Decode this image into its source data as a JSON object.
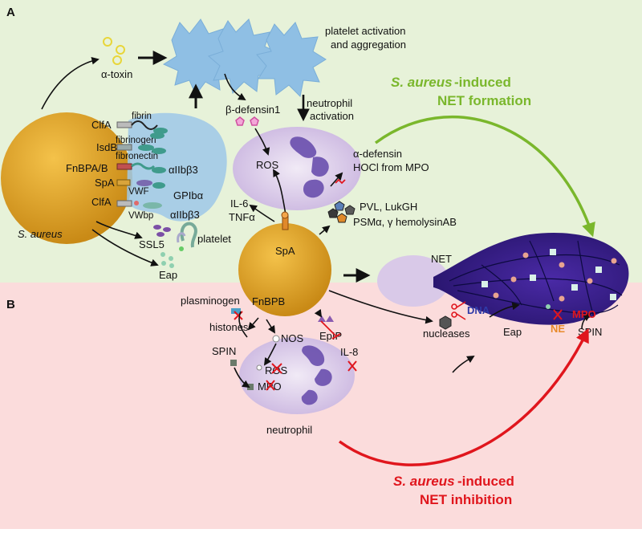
{
  "panels": {
    "a": "A",
    "b": "B"
  },
  "colors": {
    "top_bg": "#e7f2d9",
    "bottom_bg": "#fbdcdc",
    "bacterium": "#e3a52a",
    "platelet": "#9ec8e8",
    "neutrophil": "#d9c9e8",
    "net": "#3a1f8f",
    "green_arrow": "#7ab72c",
    "red_arrow": "#e0161d"
  },
  "labels": {
    "alpha_toxin": "α-toxin",
    "platelet_activation_1": "platelet activation",
    "platelet_activation_2": "and aggregation",
    "beta_defensin": "β-defensin1",
    "neutrophil_activation_1": "neutrophil",
    "neutrophil_activation_2": "activation",
    "net_formation_1": "S. aureus",
    "net_formation_1b": "-induced",
    "net_formation_2": "NET formation",
    "clfa_top": "ClfA",
    "fibrin": "fibrin",
    "fibrinogen": "fibrinogen",
    "isdb": "IsdB",
    "fibronectin": "fibronectin",
    "fnbpa": "FnBPA/B",
    "spa_left": "SpA",
    "vwf": "VWF",
    "clfa_bottom": "ClfA",
    "vwbp": "VWbp",
    "aiib_top": "αIIbβ3",
    "gpib": "GPIbα",
    "aiib_bottom": "αIIbβ3",
    "s_aureus": "S. aureus",
    "ssl5": "SSL5",
    "platelet": "platelet",
    "eap_top": "Eap",
    "ros_top": "ROS",
    "il6": "IL-6",
    "tnfa": "TNFα",
    "alpha_defensin": "α-defensin",
    "hocl": "HOCl from MPO",
    "pvl": "PVL, LukGH",
    "psm": "PSMα, γ hemolysinAB",
    "spa_center": "SpA",
    "fnbpb": "FnBPB",
    "net": "NET",
    "dna": "DNA",
    "plasminogen": "plasminogen",
    "histones": "histones",
    "nos": "NOS",
    "epip": "EpIP",
    "il8": "IL-8",
    "spin_left": "SPIN",
    "ros_bottom": "ROS",
    "mpo_bottom": "MPO",
    "neutrophil": "neutrophil",
    "nucleases": "nucleases",
    "eap_net": "Eap",
    "mpo_net": "MPO",
    "ne_net": "NE",
    "spin_net": "SPIN",
    "net_inhibition_1": "S. aureus",
    "net_inhibition_1b": "-induced",
    "net_inhibition_2": "NET inhibition"
  }
}
